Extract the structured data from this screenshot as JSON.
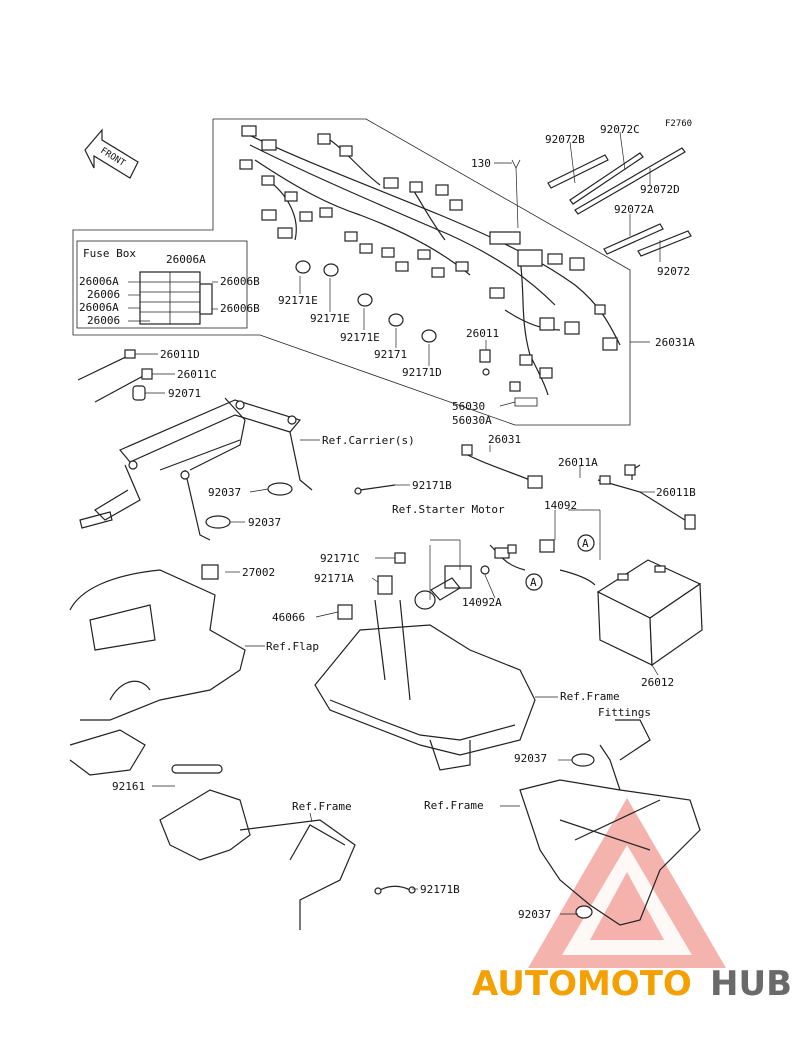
{
  "diagram_code": "F2760",
  "front_label": "FRONT",
  "fuse_box_title": "Fuse Box",
  "fuse_box_labels": {
    "top": "26006A",
    "l1": "26006A",
    "l2": "26006",
    "l3": "26006A",
    "l4": "26006",
    "r1": "26006B",
    "r2": "26006B"
  },
  "parts": {
    "p130": "130",
    "p92072B": "92072B",
    "p92072C": "92072C",
    "p92072D": "92072D",
    "p92072A": "92072A",
    "p92072": "92072",
    "p26031A": "26031A",
    "p92171E_1": "92171E",
    "p92171E_2": "92171E",
    "p92171E_3": "92171E",
    "p92171": "92171",
    "p92171D": "92171D",
    "p26011": "26011",
    "p56030": "56030",
    "p56030A": "56030A",
    "p26011D": "26011D",
    "p26011C": "26011C",
    "p92071": "92071",
    "p26031": "26031",
    "p92171B_1": "92171B",
    "p26011A": "26011A",
    "p26011B": "26011B",
    "p14092": "14092",
    "p92037_1": "92037",
    "p92037_2": "92037",
    "p92171C": "92171C",
    "p92171A": "92171A",
    "p27002": "27002",
    "p46066": "46066",
    "p14092A": "14092A",
    "p26012": "26012",
    "p92037_3": "92037",
    "p92161": "92161",
    "p92171B_2": "92171B",
    "p92037_4": "92037",
    "connA_1": "A",
    "connA_2": "A"
  },
  "refs": {
    "carriers": "Ref.Carrier(s)",
    "starter": "Ref.Starter Motor",
    "flap": "Ref.Flap",
    "frame_fittings_1": "Ref.Frame",
    "frame_fittings_2": "Fittings",
    "frame_left": "Ref.Frame",
    "frame_right": "Ref.Frame"
  },
  "watermark": {
    "part1": "AUTOMOTO",
    "part2": "HUB",
    "color_orange": "#f4a000",
    "color_red": "#ea2a1e",
    "color_gray": "#6a6a6a"
  }
}
